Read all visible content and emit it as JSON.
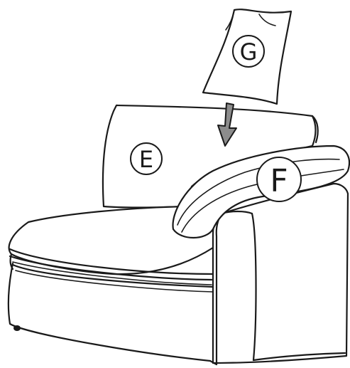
{
  "labels": {
    "pillow": "G",
    "back_cushion": "E",
    "arm_cushion": "F"
  },
  "colors": {
    "line": "#1a1a1a",
    "arrow_fill": "#8c8c8c",
    "background": "#ffffff"
  }
}
